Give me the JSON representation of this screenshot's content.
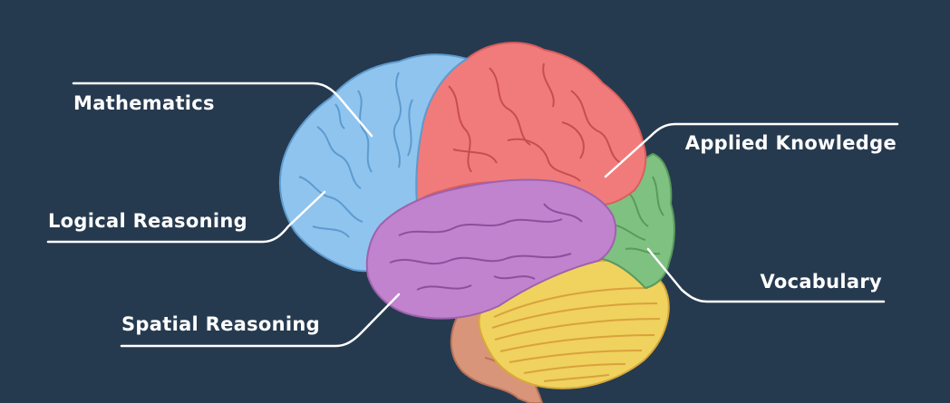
{
  "colors": {
    "background": "#263a4f",
    "frontal_blue": "#8fc4ee",
    "parietal_red": "#f17b7b",
    "occipital_green": "#7fc180",
    "temporal_purple": "#c182ce",
    "cerebellum_yellow": "#f0d25e",
    "brainstem": "#d99579",
    "leader_line": "#ffffff"
  },
  "labels": {
    "mathematics": "Mathematics",
    "logical_reasoning": "Logical Reasoning",
    "spatial_reasoning": "Spatial Reasoning",
    "applied_knowledge": "Applied Knowledge",
    "vocabulary": "Vocabulary"
  }
}
